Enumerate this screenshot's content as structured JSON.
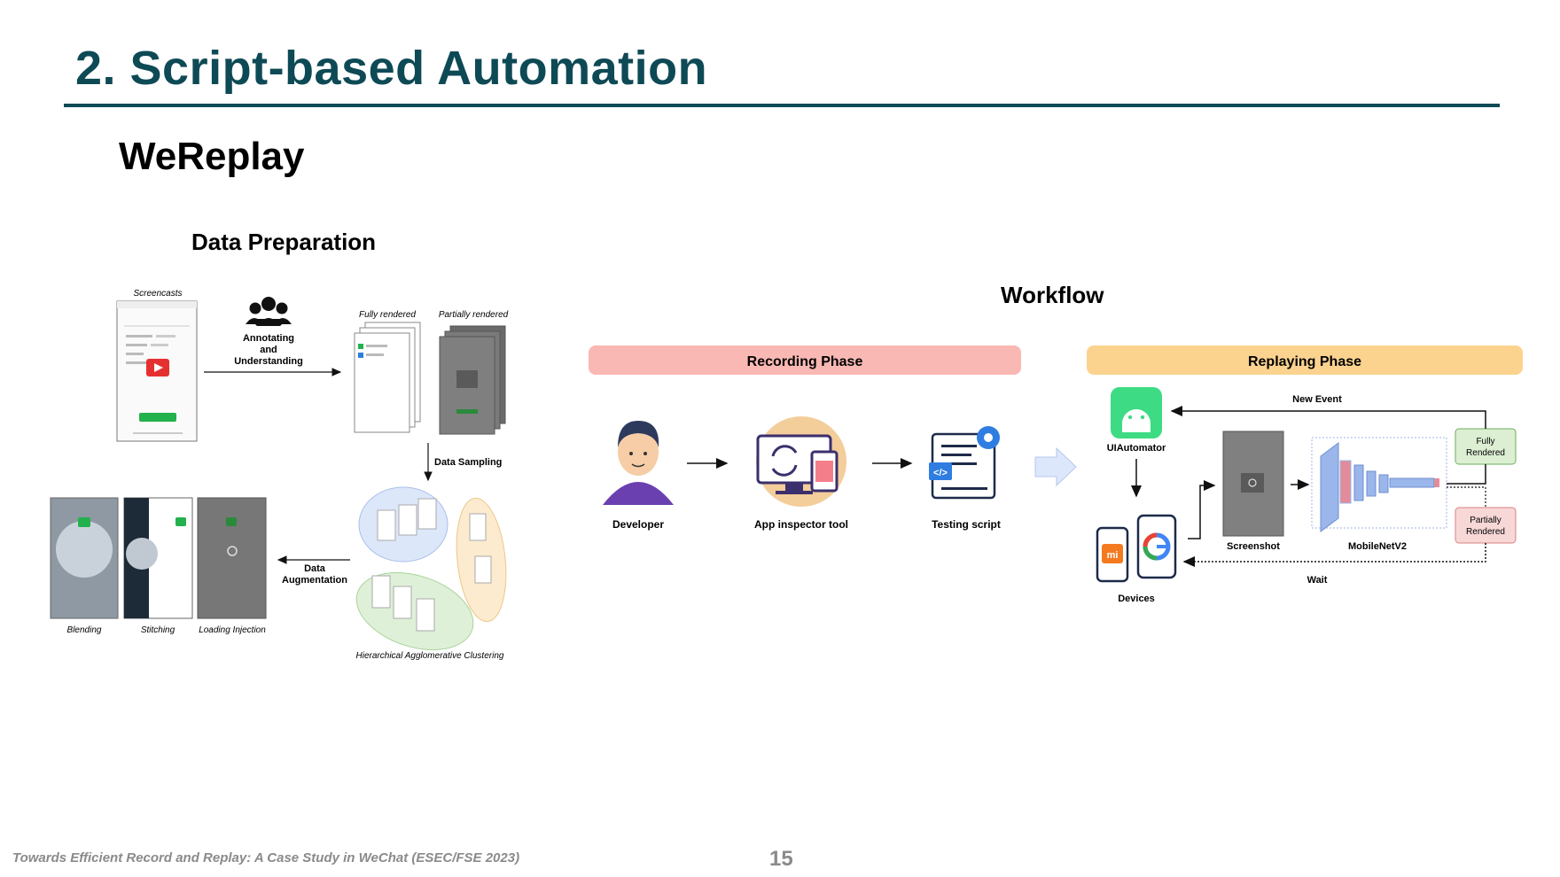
{
  "slide": {
    "title": "2. Script-based Automation",
    "subtitle": "WeReplay",
    "footer": "Towards Efficient Record and Replay: A Case Study in WeChat (ESEC/FSE 2023)",
    "page_number": "15"
  },
  "data_preparation": {
    "heading": "Data Preparation",
    "screencasts_label": "Screencasts",
    "annotating_label": [
      "Annotating",
      "and",
      "Understanding"
    ],
    "fully_rendered_label": "Fully rendered",
    "partially_rendered_label": "Partially rendered",
    "data_sampling_label": "Data Sampling",
    "data_augmentation_label": [
      "Data",
      "Augmentation"
    ],
    "clustering_label": "Hierarchical Agglomerative Clustering",
    "augment_labels": [
      "Blending",
      "Stitching",
      "Loading Injection"
    ]
  },
  "workflow": {
    "heading": "Workflow",
    "recording_phase": "Recording Phase",
    "replaying_phase": "Replaying Phase",
    "developer": "Developer",
    "app_inspector": "App inspector tool",
    "testing_script": "Testing script",
    "uiautomator": "UIAutomator",
    "devices": "Devices",
    "screenshot": "Screenshot",
    "mobilenet": "MobileNetV2",
    "new_event": "New Event",
    "wait": "Wait",
    "fully_rendered": [
      "Fully",
      "Rendered"
    ],
    "partially_rendered": [
      "Partially",
      "Rendered"
    ]
  },
  "colors": {
    "title": "#0e4a55",
    "recording_bar": "#f9b8b3",
    "replaying_bar": "#fbd38f",
    "fully_box": "#dcefd3",
    "partial_box": "#f8d7d7",
    "android_green": "#3ddc84",
    "wechat_green": "#22b14c"
  }
}
